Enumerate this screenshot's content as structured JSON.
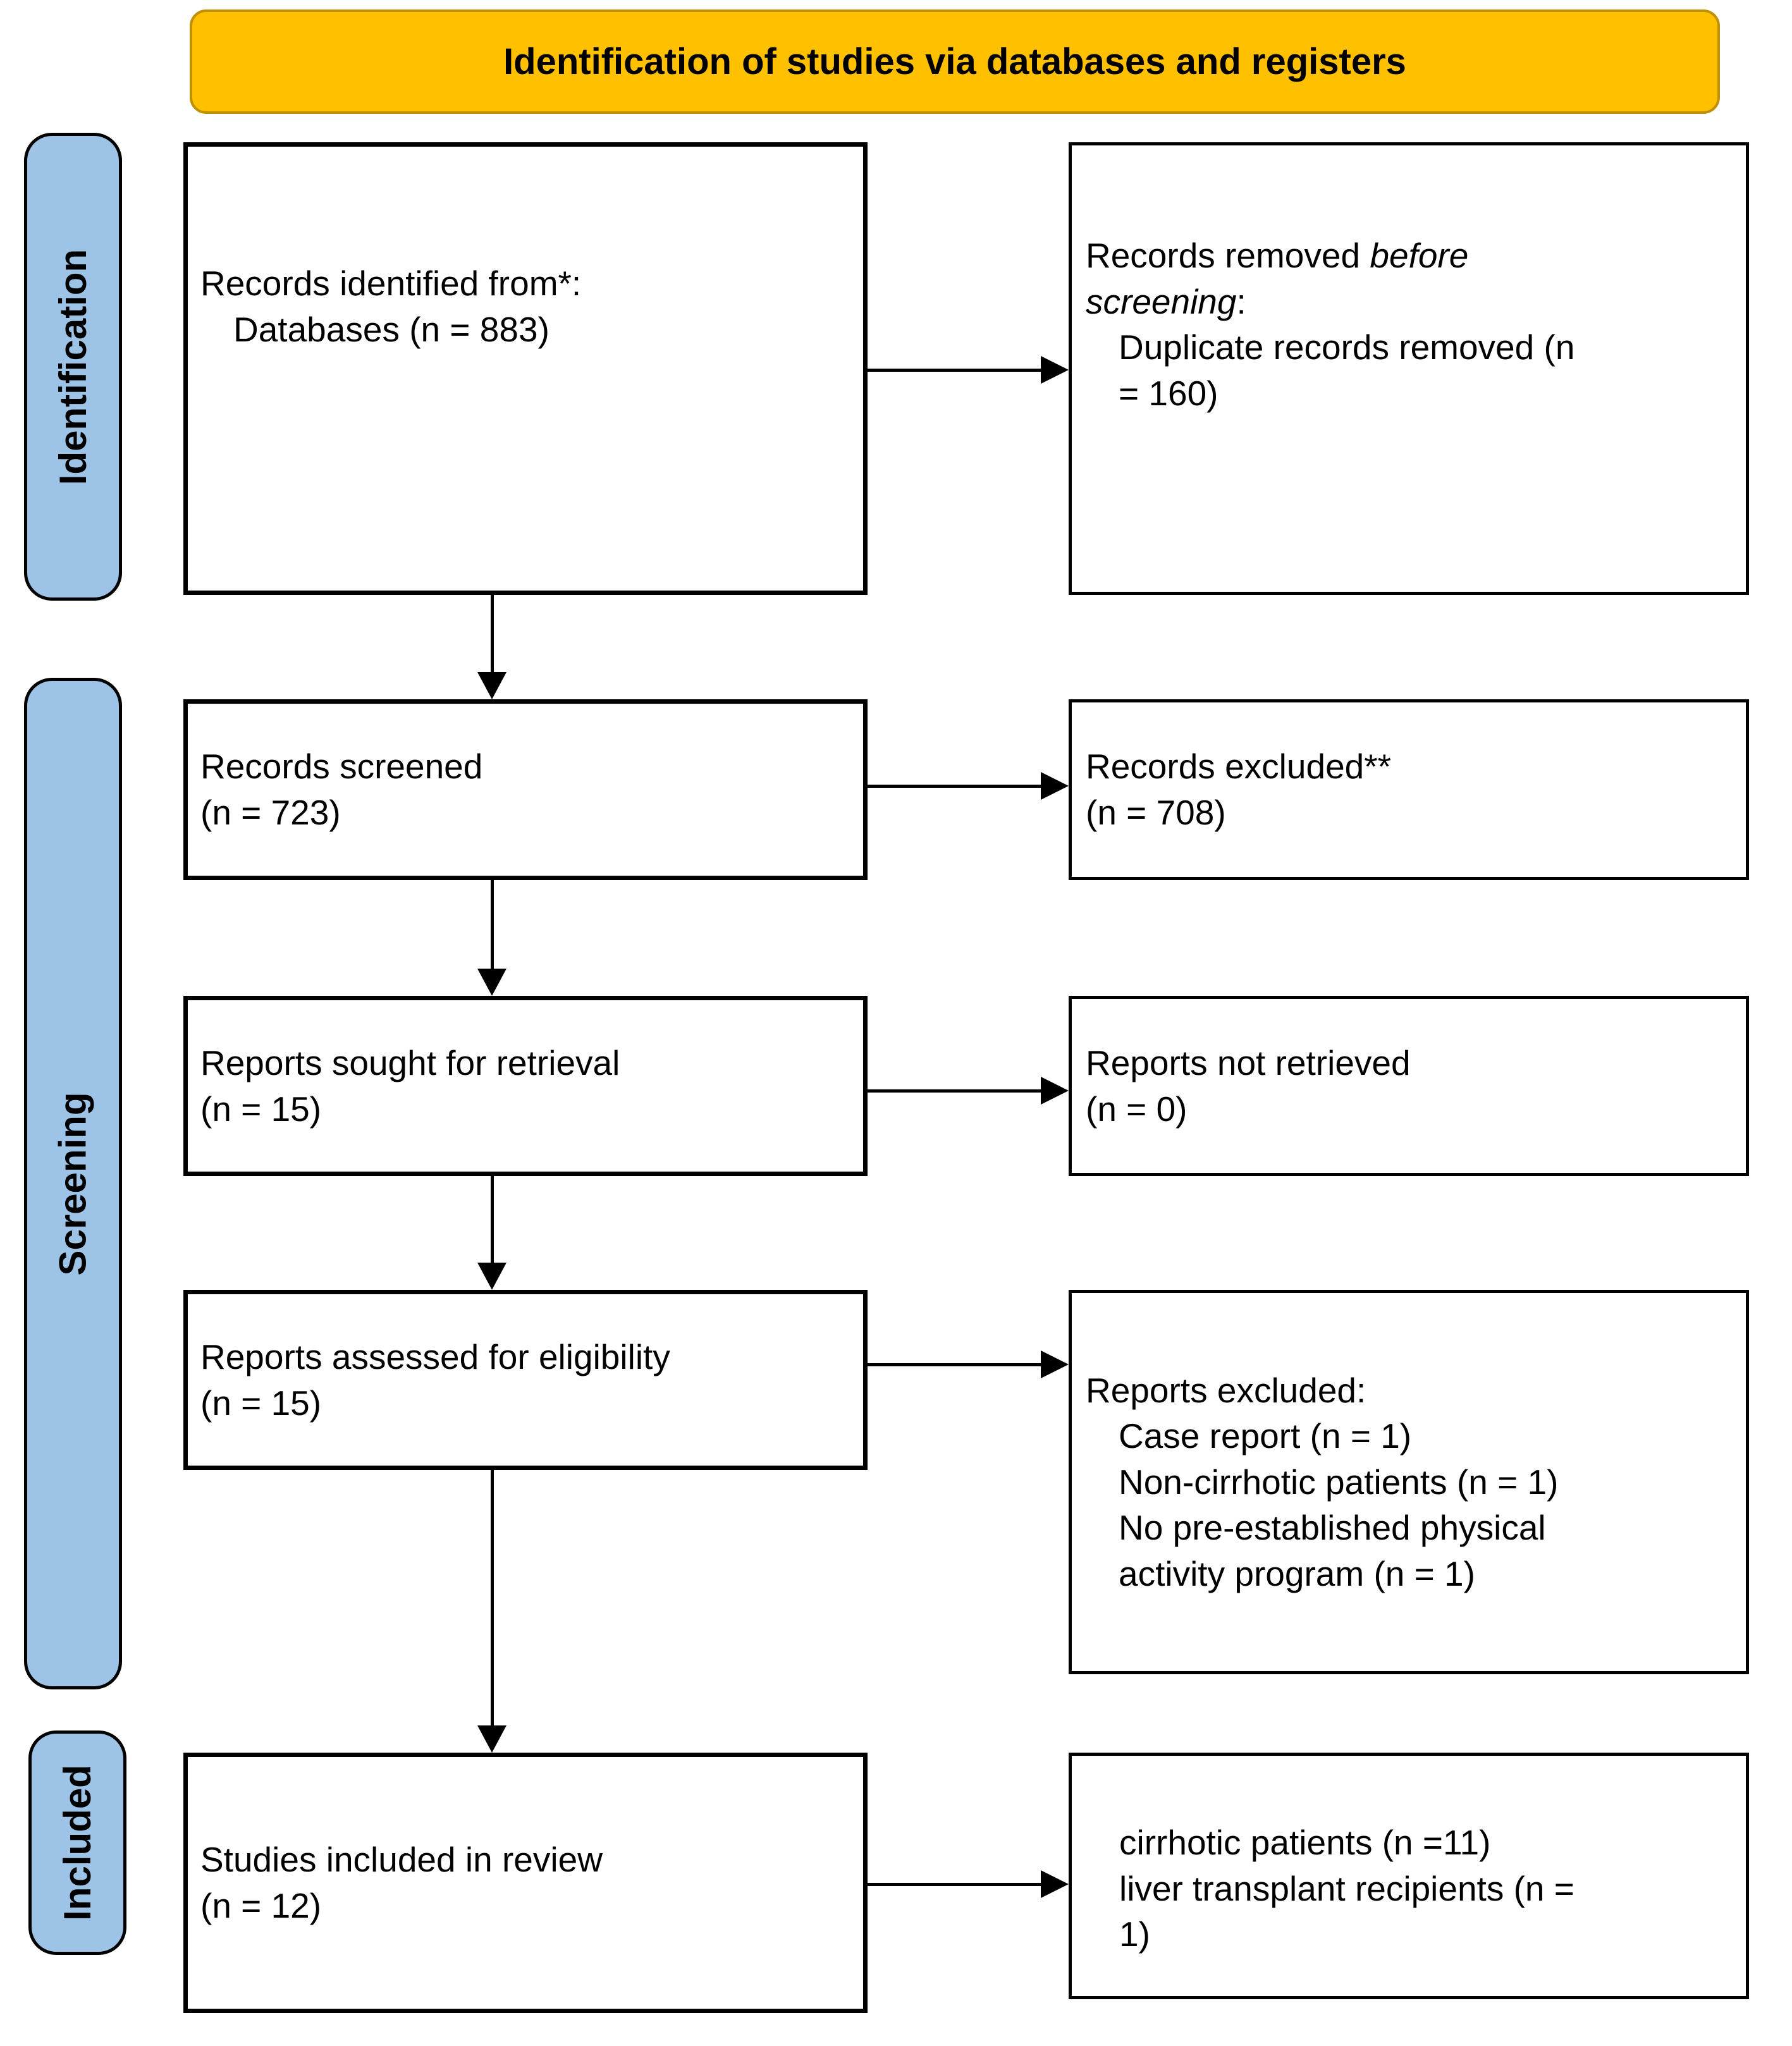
{
  "banner": {
    "label": "Identification of studies via databases and registers"
  },
  "colors": {
    "banner_fill": "#FFC000",
    "banner_border": "#BF9000",
    "stage_fill": "#9DC3E6",
    "box_border": "#000000",
    "text": "#000000"
  },
  "stages": {
    "identification": "Identification",
    "screening": "Screening",
    "included": "Included"
  },
  "boxes": {
    "records_identified": {
      "line1": "Records identified from*:",
      "line2": "Databases (n = 883)"
    },
    "records_removed": {
      "l1_regular": "Records removed ",
      "l1_italic": "before",
      "l2_italic": "screening",
      "l2_colon": ":",
      "detail_l1": "Duplicate records removed (n",
      "detail_l2": "= 160)"
    },
    "records_screened": {
      "line1": "Records screened",
      "line2": "(n = 723)"
    },
    "records_excluded": {
      "line1": "Records excluded**",
      "line2": "(n = 708)"
    },
    "reports_sought": {
      "line1": "Reports sought for retrieval",
      "line2": "(n = 15)"
    },
    "reports_not_retrieved": {
      "line1": "Reports not retrieved",
      "line2": "(n = 0)"
    },
    "reports_assessed": {
      "line1": "Reports assessed for eligibility",
      "line2": "(n = 15)"
    },
    "reports_excluded": {
      "title": "Reports excluded:",
      "item1": "Case report (n = 1)",
      "item2": "Non-cirrhotic patients (n = 1)",
      "item3_l1": "No pre-established physical",
      "item3_l2": "activity program (n = 1)"
    },
    "studies_included": {
      "line1": "Studies included in review",
      "line2": "(n = 12)"
    },
    "included_breakdown": {
      "item1": "cirrhotic patients (n =11)",
      "item2_l1": "liver transplant recipients (n =",
      "item2_l2": "1)"
    }
  }
}
